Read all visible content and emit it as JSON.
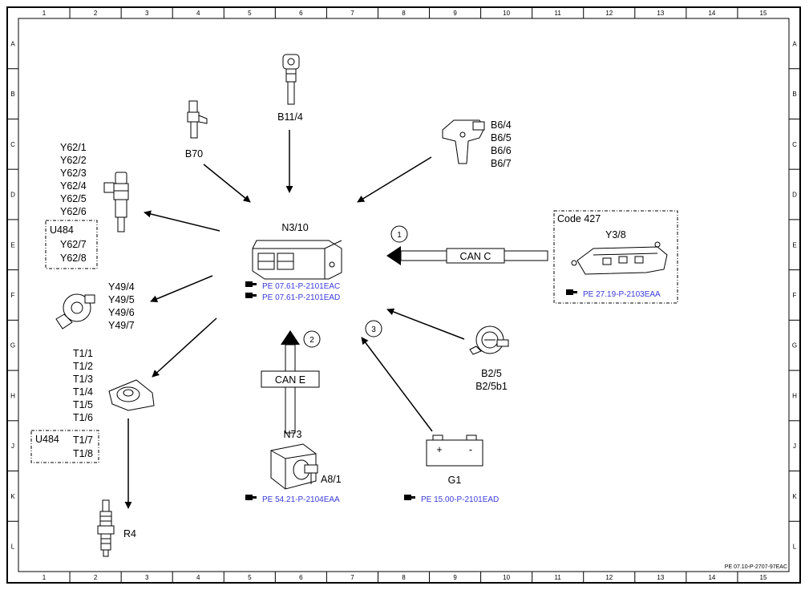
{
  "frame": {
    "col_numbers": [
      "1",
      "2",
      "3",
      "4",
      "5",
      "6",
      "7",
      "8",
      "9",
      "10",
      "11",
      "12",
      "13",
      "14",
      "15"
    ],
    "row_letters": [
      "A",
      "B",
      "C",
      "D",
      "E",
      "F",
      "G",
      "H",
      "J",
      "K",
      "L"
    ]
  },
  "center": {
    "label": "N3/10",
    "refs": [
      "PE 07.61-P-2101EAC",
      "PE 07.61-P-2101EAD"
    ]
  },
  "sensors": {
    "b11_4": "B11/4",
    "b70": "B70",
    "b6": [
      "B6/4",
      "B6/5",
      "B6/6",
      "B6/7"
    ],
    "b2": [
      "B2/5",
      "B2/5b1"
    ]
  },
  "injectors": {
    "labels": [
      "Y62/1",
      "Y62/2",
      "Y62/3",
      "Y62/4",
      "Y62/5",
      "Y62/6"
    ],
    "variant_code": "U484",
    "variant_labels": [
      "Y62/7",
      "Y62/8"
    ]
  },
  "valves": {
    "labels": [
      "Y49/4",
      "Y49/5",
      "Y49/6",
      "Y49/7"
    ]
  },
  "coils": {
    "labels": [
      "T1/1",
      "T1/2",
      "T1/3",
      "T1/4",
      "T1/5",
      "T1/6"
    ],
    "variant_code": "U484",
    "variant_labels": [
      "T1/7",
      "T1/8"
    ]
  },
  "spark_plug": {
    "label": "R4"
  },
  "transmission": {
    "code": "Code 427",
    "label": "Y3/8",
    "ref": "PE 27.19-P-2103EAA",
    "bus": "CAN C",
    "bus_number": "1"
  },
  "can_e": {
    "label": "CAN E",
    "number": "2"
  },
  "ignition": {
    "label": "N73",
    "sub_label": "A8/1",
    "ref": "PE 54.21-P-2104EAA"
  },
  "battery": {
    "label": "G1",
    "plus": "+",
    "minus": "-",
    "ref": "PE 15.00-P-2101EAD",
    "number": "3"
  },
  "footer": {
    "doc_code": "PE 07.10-P-2707-97EAC"
  }
}
